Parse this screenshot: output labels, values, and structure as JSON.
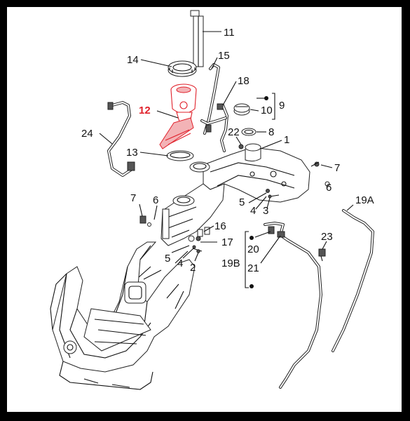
{
  "diagram": {
    "highlight_color": "#e0202a",
    "line_color": "#111111",
    "background": "#ffffff",
    "border_color": "#000000",
    "callouts": [
      {
        "id": "c1",
        "text": "1"
      },
      {
        "id": "c2",
        "text": "2"
      },
      {
        "id": "c3",
        "text": "3"
      },
      {
        "id": "c4a",
        "text": "4"
      },
      {
        "id": "c4b",
        "text": "4"
      },
      {
        "id": "c5a",
        "text": "5"
      },
      {
        "id": "c5b",
        "text": "5"
      },
      {
        "id": "c6a",
        "text": "6"
      },
      {
        "id": "c6b",
        "text": "6"
      },
      {
        "id": "c7a",
        "text": "7"
      },
      {
        "id": "c7b",
        "text": "7"
      },
      {
        "id": "c8",
        "text": "8"
      },
      {
        "id": "c9",
        "text": "9"
      },
      {
        "id": "c10",
        "text": "10"
      },
      {
        "id": "c11",
        "text": "11"
      },
      {
        "id": "c12",
        "text": "12"
      },
      {
        "id": "c13",
        "text": "13"
      },
      {
        "id": "c14",
        "text": "14"
      },
      {
        "id": "c15",
        "text": "15"
      },
      {
        "id": "c16",
        "text": "16"
      },
      {
        "id": "c17",
        "text": "17"
      },
      {
        "id": "c18",
        "text": "18"
      },
      {
        "id": "c19a",
        "text": "19A"
      },
      {
        "id": "c19b",
        "text": "19B"
      },
      {
        "id": "c20",
        "text": "20"
      },
      {
        "id": "c21",
        "text": "21"
      },
      {
        "id": "c22",
        "text": "22"
      },
      {
        "id": "c23",
        "text": "23"
      },
      {
        "id": "c24",
        "text": "24"
      }
    ],
    "highlighted_part": "12"
  }
}
